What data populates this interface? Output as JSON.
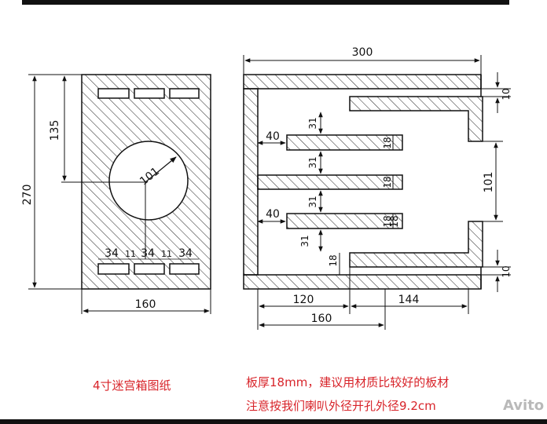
{
  "front_view": {
    "width_label": "160",
    "height_label": "270",
    "center_height_label": "135",
    "driver_label": "101",
    "port_labels": [
      "34",
      "11",
      "34",
      "11",
      "34"
    ]
  },
  "side_view": {
    "depth_label": "300",
    "top_board_label": "10",
    "bottom_board_label": "10",
    "baffle_label_1": "40",
    "baffle_label_2": "40",
    "gap_labels": [
      "31",
      "31",
      "31",
      "31"
    ],
    "board_labels": [
      "18",
      "18",
      "18",
      "18",
      "18"
    ],
    "opening_label": "101",
    "bottom_left_label": "120",
    "bottom_right_label": "144",
    "bottom_total_label": "160"
  },
  "captions": {
    "title": "4寸迷宫箱图纸",
    "note_line1": "板厚18mm，建议用材质比较好的板材",
    "note_line2": "注意按我们喇叭外径开孔外径9.2cm"
  },
  "watermark": "Avito",
  "colors": {
    "caption": "#d8242a",
    "line": "#111111"
  }
}
